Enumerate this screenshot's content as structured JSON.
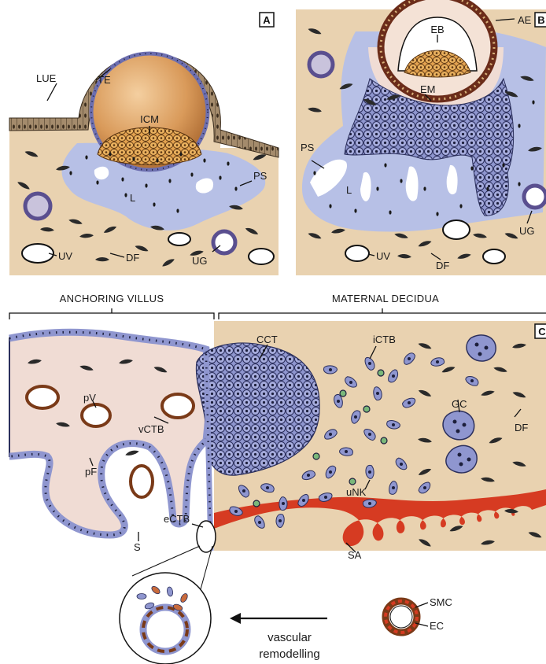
{
  "panels": {
    "a": "A",
    "b": "B",
    "c": "C"
  },
  "sections": {
    "anchoring": "ANCHORING VILLUS",
    "decidua": "MATERNAL DECIDUA"
  },
  "labels_a": {
    "lue": "LUE",
    "te": "TE",
    "icm": "ICM",
    "l": "L",
    "ps": "PS",
    "uv": "UV",
    "df": "DF",
    "ug": "UG"
  },
  "labels_b": {
    "eb": "EB",
    "ae": "AE",
    "em": "EM",
    "ps": "PS",
    "l": "L",
    "ug": "UG",
    "uv": "UV",
    "df": "DF"
  },
  "labels_c": {
    "cct": "CCT",
    "ictb": "iCTB",
    "gc": "GC",
    "df": "DF",
    "pv": "pV",
    "vctb": "vCTB",
    "pf": "pF",
    "s": "S",
    "ectb": "eCTB",
    "unk": "uNK",
    "sa": "SA",
    "smc": "SMC",
    "ec": "EC"
  },
  "caption": {
    "line1": "vascular",
    "line2": "remodelling"
  },
  "colors": {
    "decidua": "#e9d2b0",
    "lacunae": "#b7c0e6",
    "trophoblast": "#8f96cf",
    "blastocyst": "#d89a4e",
    "artery": "#d63b22",
    "villus_core": "#f0dcd4"
  }
}
